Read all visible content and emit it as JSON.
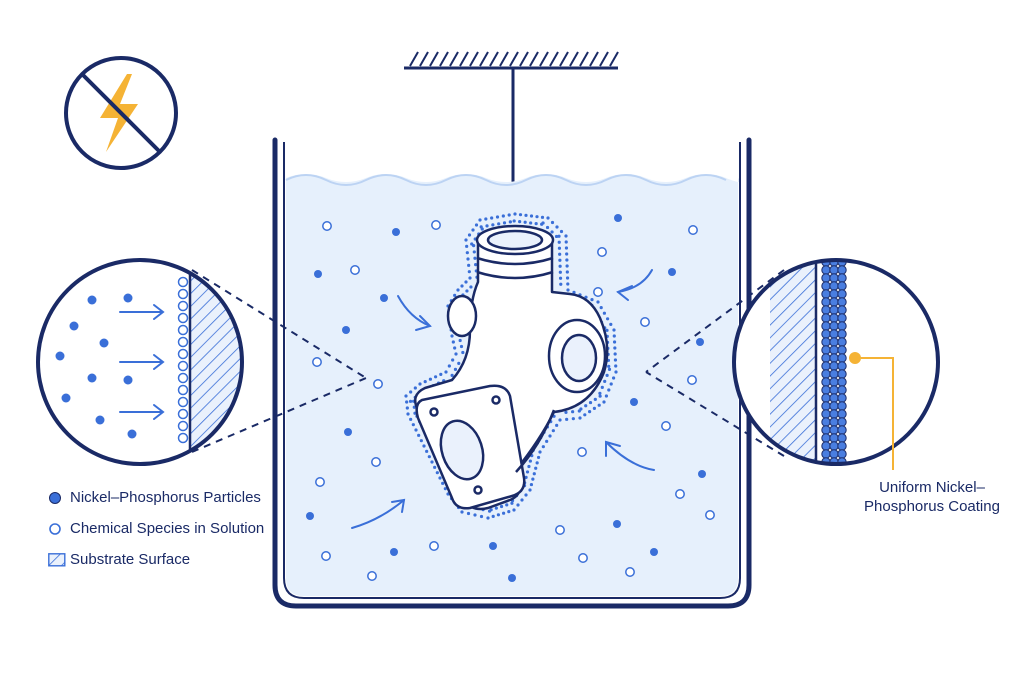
{
  "legend": {
    "items": [
      {
        "marker": "filled-dot",
        "label": "Nickel–Phosphorus Particles"
      },
      {
        "marker": "hollow-dot",
        "label": "Chemical Species in Solution"
      },
      {
        "marker": "hatched-square",
        "label": "Substrate Surface"
      }
    ]
  },
  "callout": {
    "label": "Uniform Nickel–Phosphorus Coating"
  },
  "icons": {
    "no_electricity": "no-electricity-icon",
    "part": "pipe-fitting-icon"
  },
  "colors": {
    "navy": "#1a2a66",
    "blue": "#3a6fd8",
    "solution": "#e6f0fc",
    "accent": "#f5b335"
  }
}
